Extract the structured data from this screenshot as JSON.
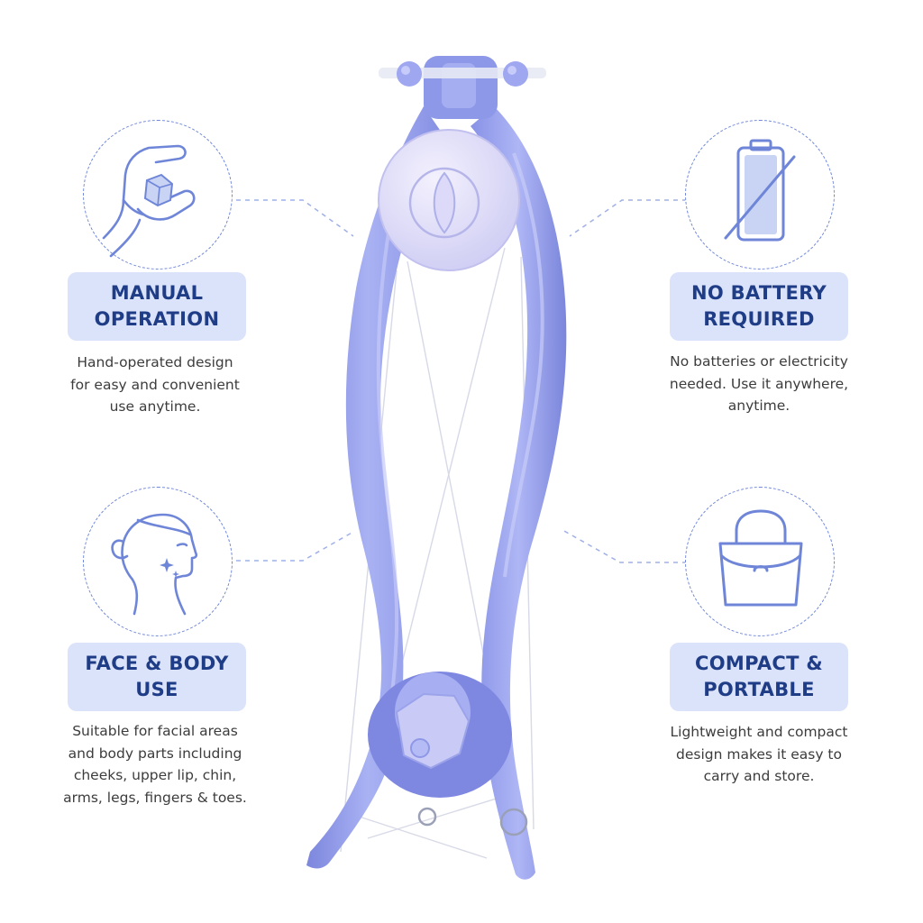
{
  "colors": {
    "accent": "#6f86d8",
    "pill_background": "#dbe3fb",
    "heading_text": "#1f3c86",
    "body_text": "#3c3c3c",
    "device_body": "#9aa4ee"
  },
  "features": [
    {
      "icon": "hand-pinching-icon",
      "title": "MANUAL\nOPERATION",
      "description": "Hand-operated design\nfor easy and convenient\nuse anytime."
    },
    {
      "icon": "battery-crossed-icon",
      "title": "NO BATTERY\nREQUIRED",
      "description": "No batteries or electricity\nneeded. Use it anywhere,\nanytime."
    },
    {
      "icon": "face-profile-icon",
      "title": "FACE & BODY\nUSE",
      "description": "Suitable for facial areas\nand body parts including\ncheeks, upper lip, chin,\narms, legs, fingers & toes."
    },
    {
      "icon": "handbag-icon",
      "title": "COMPACT &\nPORTABLE",
      "description": "Lightweight and compact\ndesign makes it easy to\ncarry and store."
    }
  ]
}
